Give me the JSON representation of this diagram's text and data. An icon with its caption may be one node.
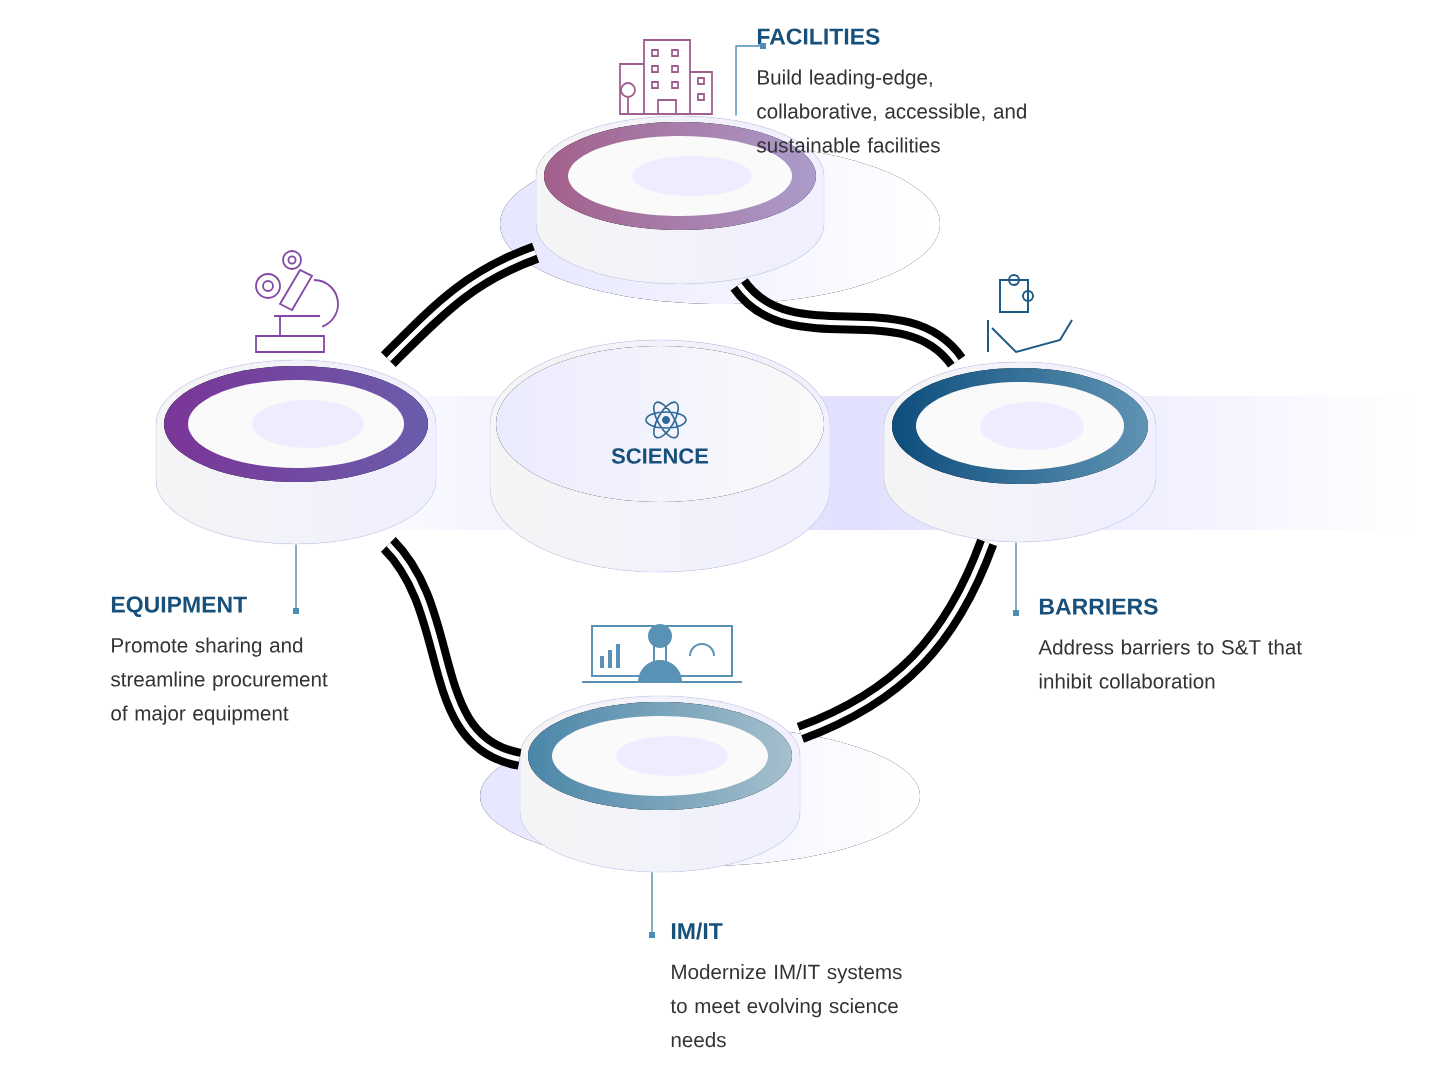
{
  "diagram": {
    "nodes": [
      {
        "text": [
          "FACILITIES",
          "Build leading-edge, collaborative, accessible, and sustainable facilities"
        ]
      },
      {
        "text": [],
        "shape": "cylinder"
      },
      {
        "text": [],
        "shape": "cylinder"
      },
      {
        "text": [
          "SCIENCE"
        ]
      },
      {
        "text": [],
        "shape": "cylinder"
      },
      {
        "text": [
          "EQUIPMENT",
          "Promote sharing and streamline procurement of major equipment"
        ]
      },
      {
        "text": [
          "BARRIERS",
          "Address barriers to S&T that inhibit collaboration"
        ]
      },
      {
        "text": [],
        "shape": "cylinder"
      },
      {
        "text": [
          "IM/IT",
          "Modernize IM/IT systems to meet evolving science needs"
        ]
      }
    ],
    "edges": [
      {
        "from": 1,
        "to": 2,
        "arrow": "none",
        "style": "thick"
      },
      {
        "from": 1,
        "to": 4,
        "arrow": "none",
        "style": "thick"
      },
      {
        "from": 2,
        "to": 7,
        "arrow": "none",
        "style": "thick"
      },
      {
        "from": 4,
        "to": 7,
        "arrow": "none",
        "style": "thick"
      },
      {
        "from": 0,
        "to": 1,
        "arrow": "other",
        "color": "#4c8db5"
      },
      {
        "from": 5,
        "to": 2,
        "arrow": "other",
        "color": "#4c8db5"
      },
      {
        "from": 6,
        "to": 4,
        "arrow": "other",
        "color": "#4c8db5"
      },
      {
        "from": 8,
        "to": 7,
        "arrow": "other",
        "color": "#4c8db5"
      }
    ]
  }
}
